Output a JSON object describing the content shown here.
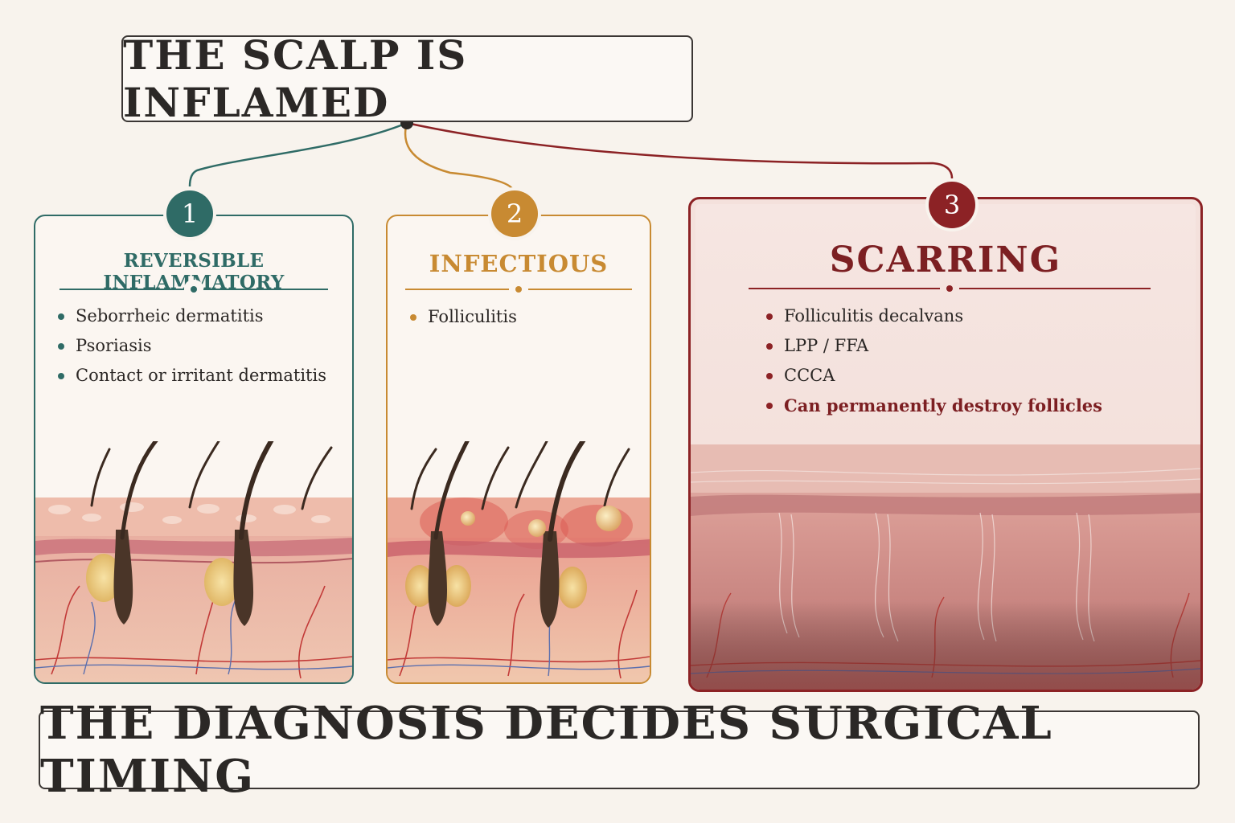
{
  "top_title": "THE SCALP IS INFLAMED",
  "footer_title": "THE DIAGNOSIS DECIDES SURGICAL TIMING",
  "colors": {
    "teal": "#2f6b66",
    "amber": "#c88a32",
    "maroon": "#8c2225",
    "ink": "#2b2826",
    "background": "#f8f3ed"
  },
  "categories": [
    {
      "number": "1",
      "title": "REVERSIBLE INFLAMMATORY",
      "items": [
        "Seborrheic dermatitis",
        "Psoriasis",
        "Contact or irritant dermatitis"
      ]
    },
    {
      "number": "2",
      "title": "INFECTIOUS",
      "items": [
        "Folliculitis"
      ]
    },
    {
      "number": "3",
      "title": "SCARRING",
      "items": [
        "Folliculitis decalvans",
        "LPP / FFA",
        "CCCA",
        "Can permanently destroy follicles"
      ]
    }
  ]
}
